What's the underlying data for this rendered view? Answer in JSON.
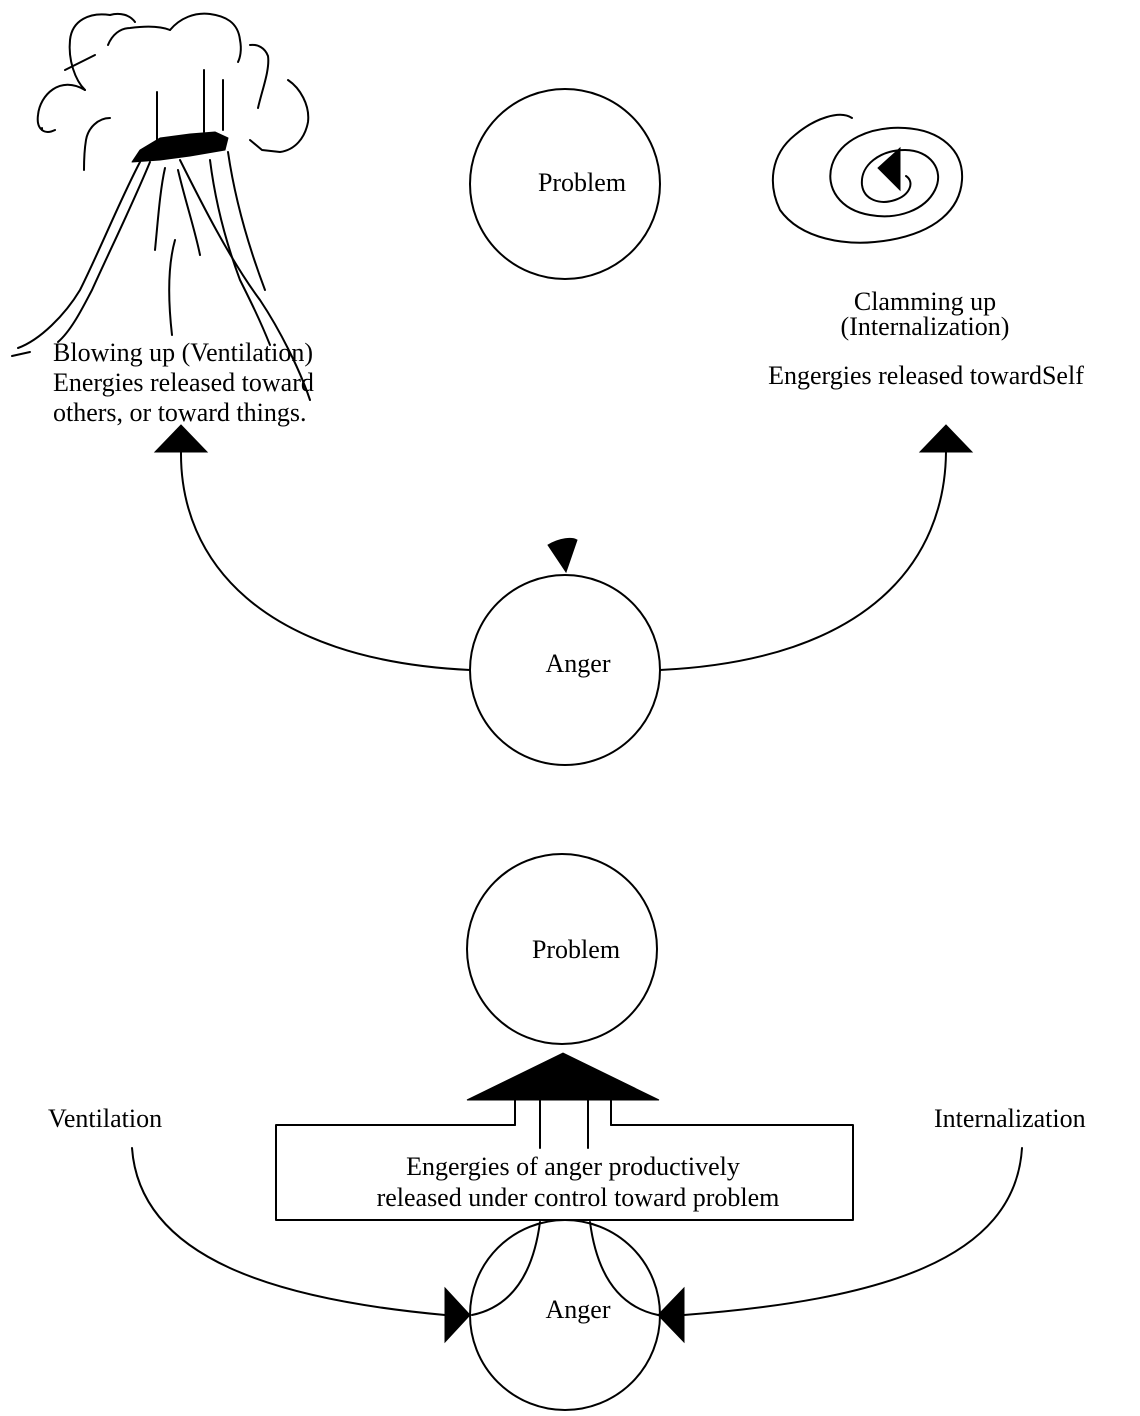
{
  "top": {
    "problem_label": "Problem",
    "anger_label": "Anger",
    "ventilation_caption": [
      "Blowing up (Ventilation)",
      "Energies released toward",
      "others, or toward things."
    ],
    "internalization_caption": [
      "Clamming up",
      "(Internalization)"
    ],
    "internalization_caption_2": "Engergies released towardSelf",
    "icons": [
      "volcano-icon",
      "spiral-icon"
    ]
  },
  "bottom": {
    "problem_label": "Problem",
    "anger_label": "Anger",
    "ventilation_label": "Ventilation",
    "internalization_label": "Internalization",
    "box_text": [
      "Engergies of anger productively",
      "released under control toward problem"
    ]
  }
}
